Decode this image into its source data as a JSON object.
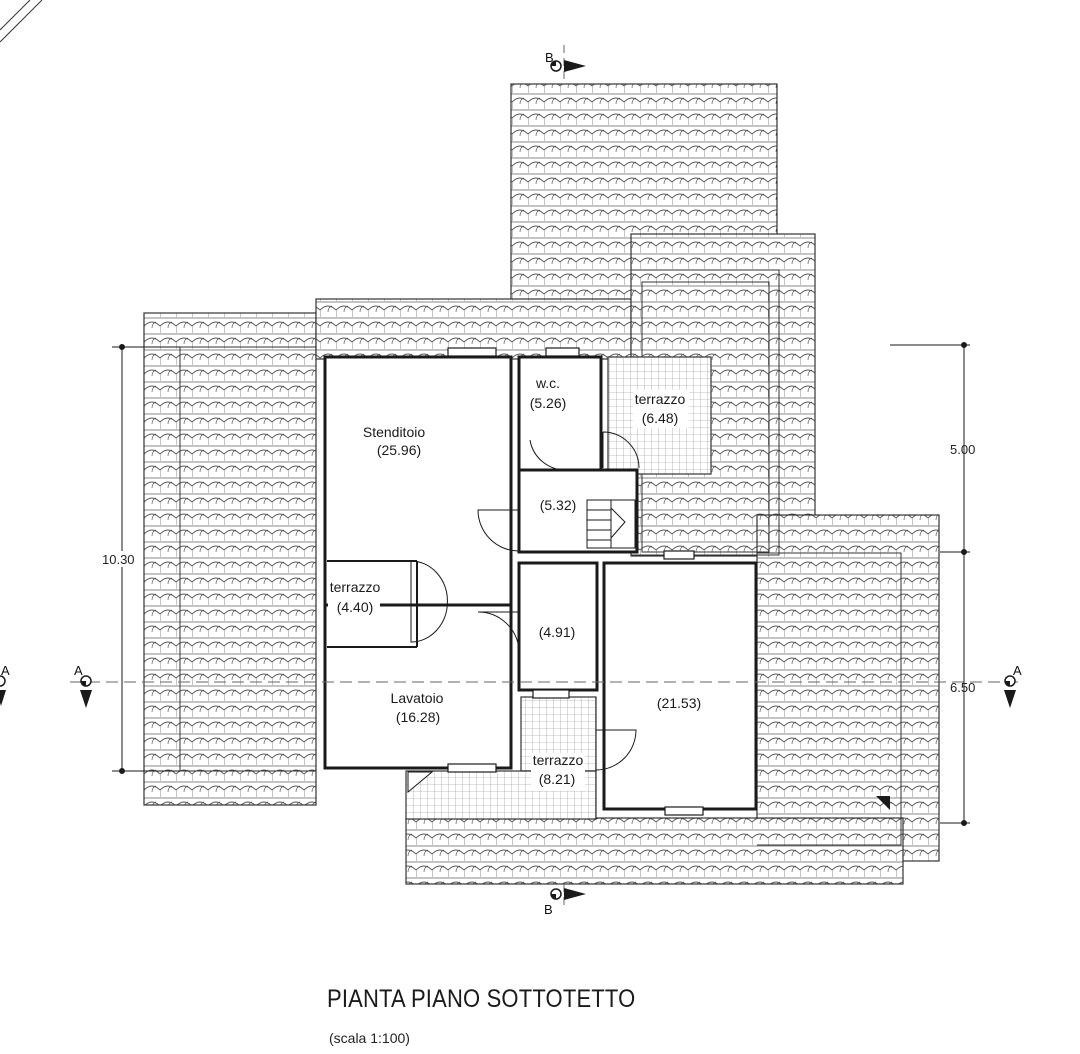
{
  "drawing": {
    "title": "PIANTA PIANO SOTTOTETTO",
    "scale_note": "(scala 1:100)",
    "rooms": {
      "stenditoio": {
        "name": "Stenditoio",
        "area": "(25.96)"
      },
      "wc": {
        "name": "w.c.",
        "area": "(5.26)"
      },
      "terrazzo_ne": {
        "name": "terrazzo",
        "area": "(6.48)"
      },
      "disimpegno_upper": {
        "area": "(5.32)"
      },
      "terrazzo_w": {
        "name": "terrazzo",
        "area": "(4.40)"
      },
      "disimpegno_lower": {
        "area": "(4.91)"
      },
      "room_e": {
        "area": "(21.53)"
      },
      "lavatoio": {
        "name": "Lavatoio",
        "area": "(16.28)"
      },
      "terrazzo_s": {
        "name": "terrazzo",
        "area": "(8.21)"
      }
    },
    "dimensions": {
      "left_total": "10.30",
      "right_upper": "5.00",
      "right_lower": "6.50"
    },
    "section_marks": {
      "top": "B",
      "bottom": "B",
      "left": "A",
      "left_edge": "A",
      "right": "A"
    }
  }
}
